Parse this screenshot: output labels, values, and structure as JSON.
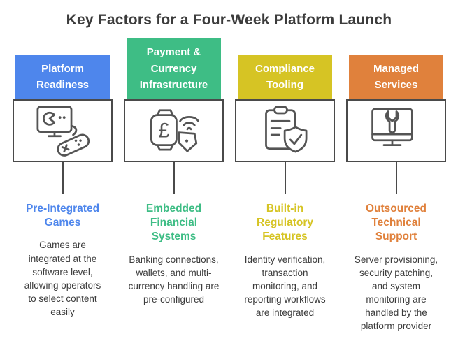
{
  "title": "Key Factors for a Four-Week Platform Launch",
  "colors": {
    "title_text": "#3c3c3c",
    "body_text": "#3c3c3c",
    "box_border": "#4a4a4a",
    "icon_stroke": "#545454"
  },
  "columns": [
    {
      "header": "Platform\nReadiness",
      "color": "#4e86ec",
      "icon": "monitor-gamepad-icon",
      "subheading": "Pre-Integrated\nGames",
      "body": "Games are\nintegrated at the\nsoftware level,\nallowing operators\nto select content\neasily"
    },
    {
      "header": "Payment &\nCurrency\nInfrastructure",
      "color": "#3ebd85",
      "icon": "payment-contactless-icon",
      "subheading": "Embedded\nFinancial\nSystems",
      "body": "Banking connections,\nwallets, and multi-\ncurrency handling are\npre-configured"
    },
    {
      "header": "Compliance\nTooling",
      "color": "#d6c424",
      "icon": "clipboard-shield-icon",
      "subheading": "Built-in\nRegulatory\nFeatures",
      "body": "Identity verification,\ntransaction\nmonitoring, and\nreporting workflows\nare integrated"
    },
    {
      "header": "Managed\nServices",
      "color": "#e0813c",
      "icon": "monitor-wrench-icon",
      "subheading": "Outsourced\nTechnical\nSupport",
      "body": "Server provisioning,\nsecurity patching,\nand system\nmonitoring are\nhandled by the\nplatform provider"
    }
  ]
}
